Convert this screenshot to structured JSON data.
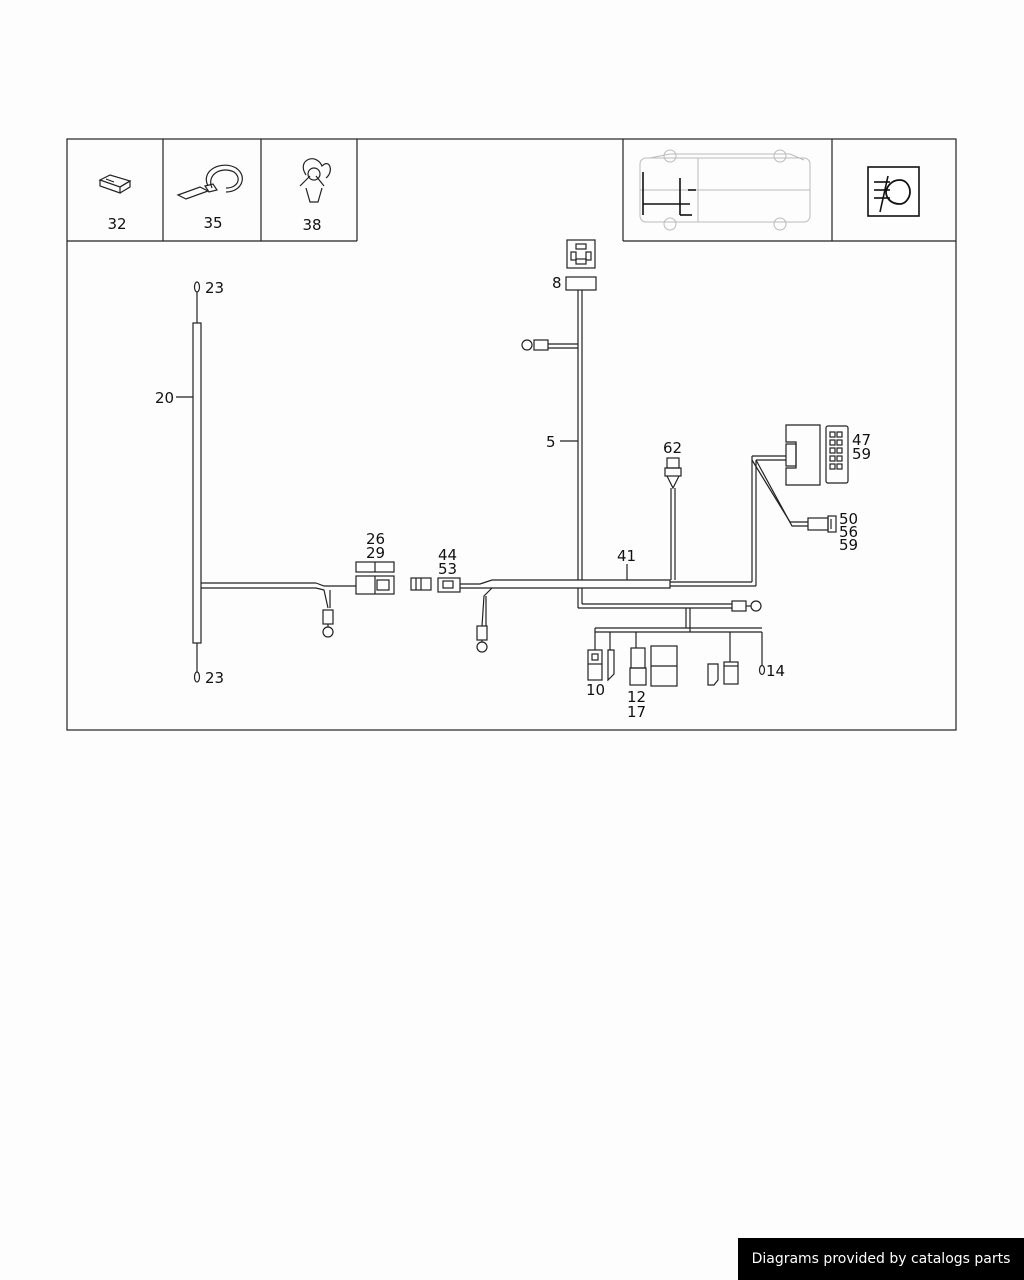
{
  "accessories": [
    {
      "part": "32"
    },
    {
      "part": "35"
    },
    {
      "part": "38"
    }
  ],
  "labels": {
    "p5": "5",
    "p8": "8",
    "p10": "10",
    "p12": "12",
    "p14": "14",
    "p17": "17",
    "p20": "20",
    "p23a": "23",
    "p23b": "23",
    "p26": "26",
    "p29": "29",
    "p41": "41",
    "p44": "44",
    "p53": "53",
    "p62": "62",
    "p47": "47",
    "p59a": "59",
    "p50": "50",
    "p56": "56",
    "p59b": "59"
  },
  "icons": {
    "vehicle": "vehicle-outline-icon",
    "fog_lamp": "fog-lamp-icon"
  },
  "footer": {
    "credit": "Diagrams provided by catalogs parts"
  }
}
